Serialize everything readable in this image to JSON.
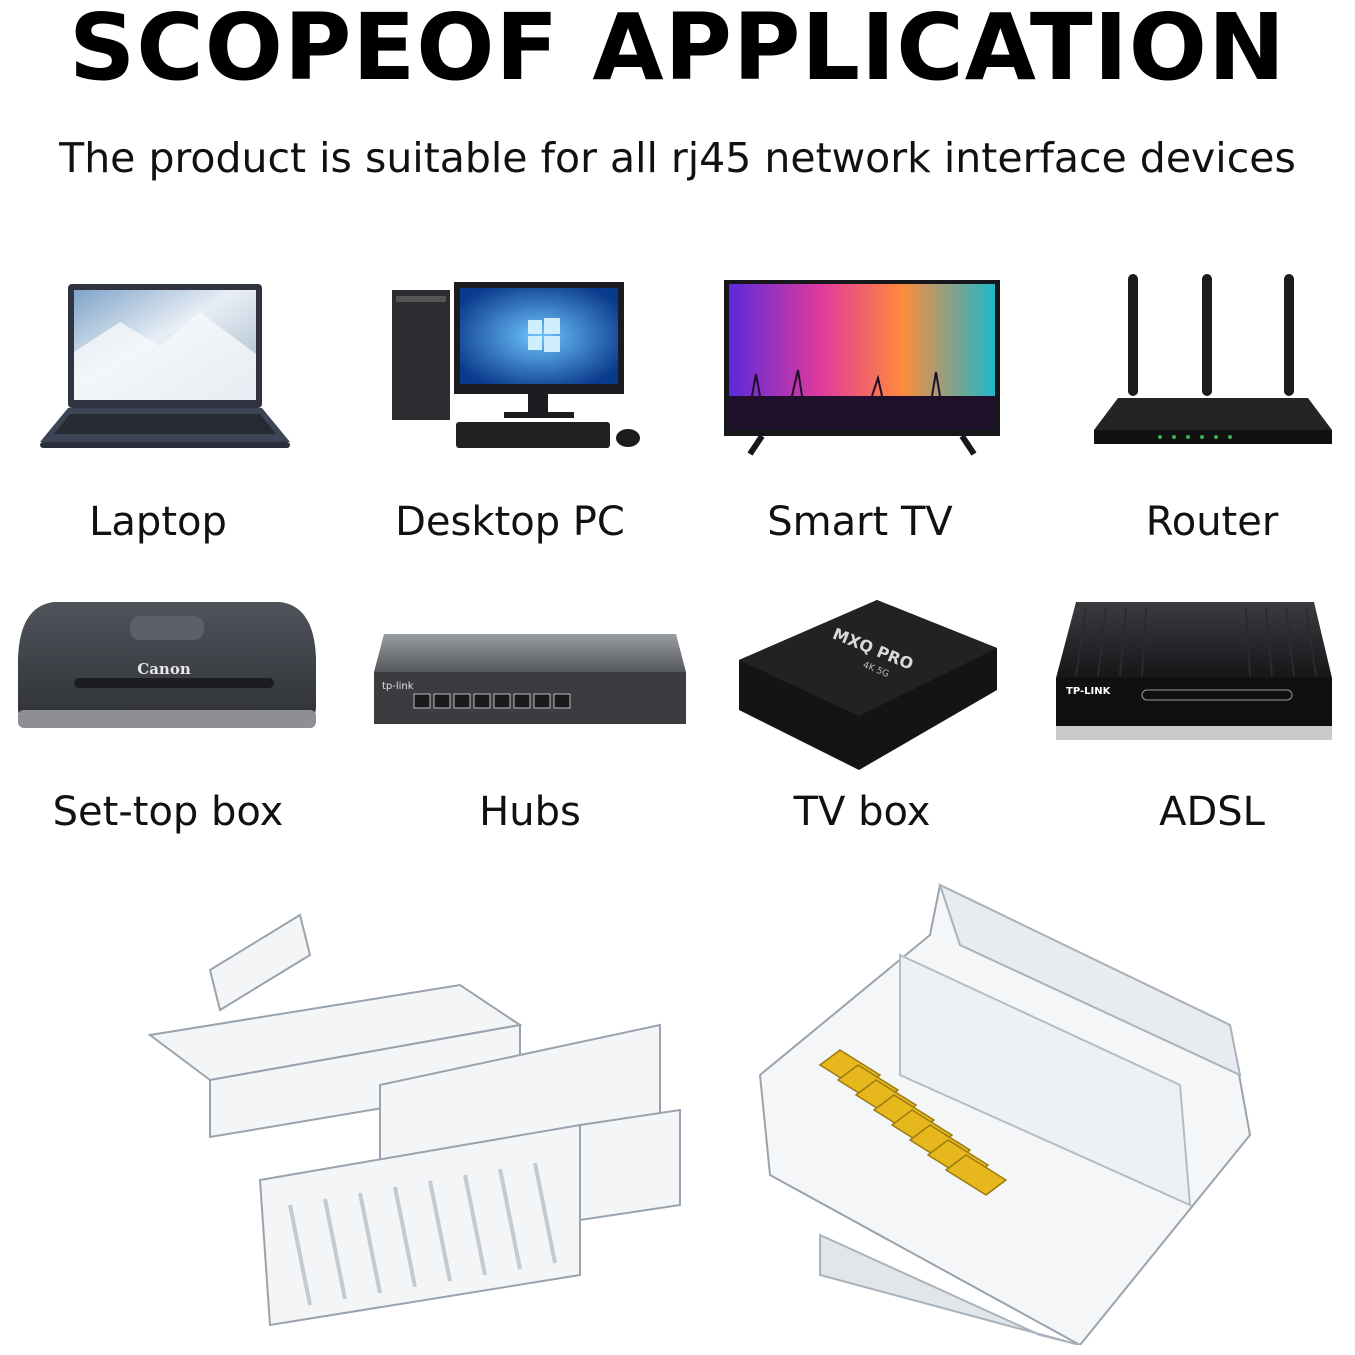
{
  "header": {
    "title": "SCOPEOF APPLICATION",
    "subtitle": "The product is suitable for all rj45 network interface devices"
  },
  "devices": [
    {
      "label": "Laptop",
      "icon": "laptop-icon"
    },
    {
      "label": "Desktop PC",
      "icon": "desktop-pc-icon"
    },
    {
      "label": "Smart TV",
      "icon": "smart-tv-icon"
    },
    {
      "label": "Router",
      "icon": "router-icon"
    },
    {
      "label": "Set-top box",
      "icon": "set-top-box-icon"
    },
    {
      "label": "Hubs",
      "icon": "hub-icon"
    },
    {
      "label": "TV box",
      "icon": "tv-box-icon"
    },
    {
      "label": "ADSL",
      "icon": "adsl-modem-icon"
    }
  ],
  "brands": {
    "settop": "Canon",
    "hub": "tp-link",
    "tvbox": "MXQ PRO",
    "tvbox_sub": "4K 5G",
    "adsl": "TP-LINK"
  },
  "product": {
    "icon": "rj45-connector-icon",
    "contact_color": "#e6b81e"
  }
}
